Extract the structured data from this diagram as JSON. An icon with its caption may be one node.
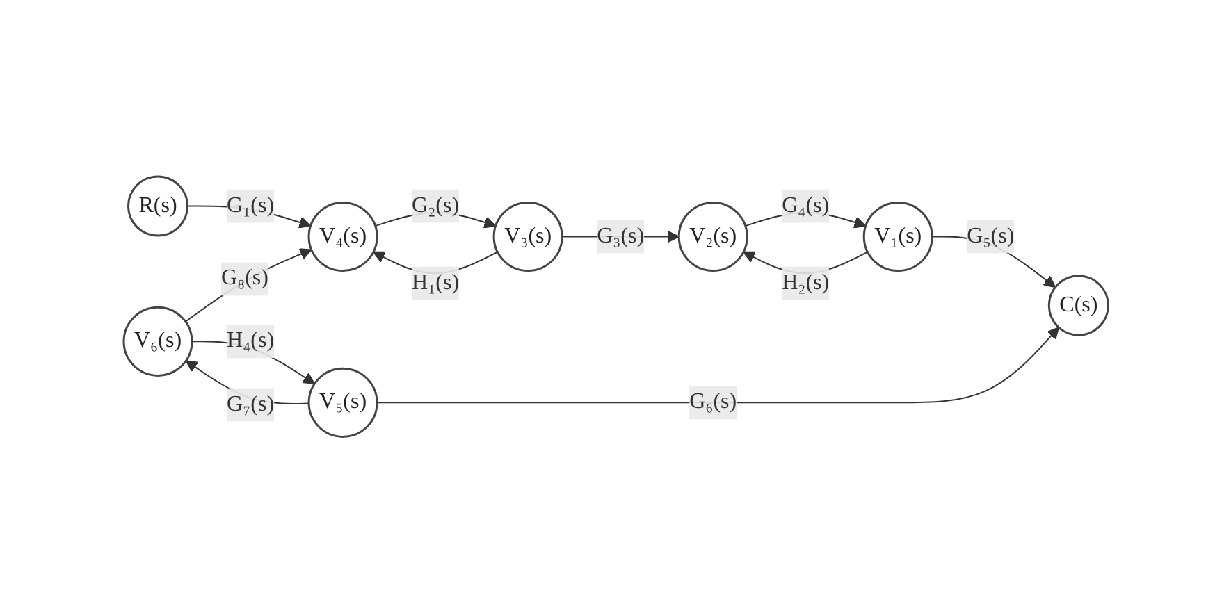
{
  "diagram": {
    "nodes": [
      {
        "text": [
          "R(s)"
        ]
      },
      {
        "text": [
          "V₄(s)"
        ]
      },
      {
        "text": [
          "V₃(s)"
        ]
      },
      {
        "text": [
          "V₂(s)"
        ]
      },
      {
        "text": [
          "V₁(s)"
        ]
      },
      {
        "text": [
          "C(s)"
        ]
      },
      {
        "text": [
          "V₆(s)"
        ]
      },
      {
        "text": [
          "V₅(s)"
        ]
      }
    ],
    "edges": [
      {
        "from": 0,
        "to": 1,
        "arrow": "to",
        "label": "G₁(s)"
      },
      {
        "from": 1,
        "to": 2,
        "arrow": "to",
        "label": "G₂(s)"
      },
      {
        "from": 2,
        "to": 1,
        "arrow": "to",
        "label": "H₁(s)"
      },
      {
        "from": 2,
        "to": 3,
        "arrow": "to",
        "label": "G₃(s)"
      },
      {
        "from": 3,
        "to": 4,
        "arrow": "to",
        "label": "G₄(s)"
      },
      {
        "from": 4,
        "to": 3,
        "arrow": "to",
        "label": "H₂(s)"
      },
      {
        "from": 4,
        "to": 5,
        "arrow": "to",
        "label": "G₅(s)"
      },
      {
        "from": 6,
        "to": 1,
        "arrow": "to",
        "label": "G₈(s)"
      },
      {
        "from": 7,
        "to": 5,
        "arrow": "to",
        "label": "G₆(s)"
      },
      {
        "from": 7,
        "to": 6,
        "arrow": "to",
        "label": "G₇(s)"
      },
      {
        "from": 6,
        "to": 7,
        "arrow": "to",
        "label": "H₄(s)"
      }
    ]
  }
}
